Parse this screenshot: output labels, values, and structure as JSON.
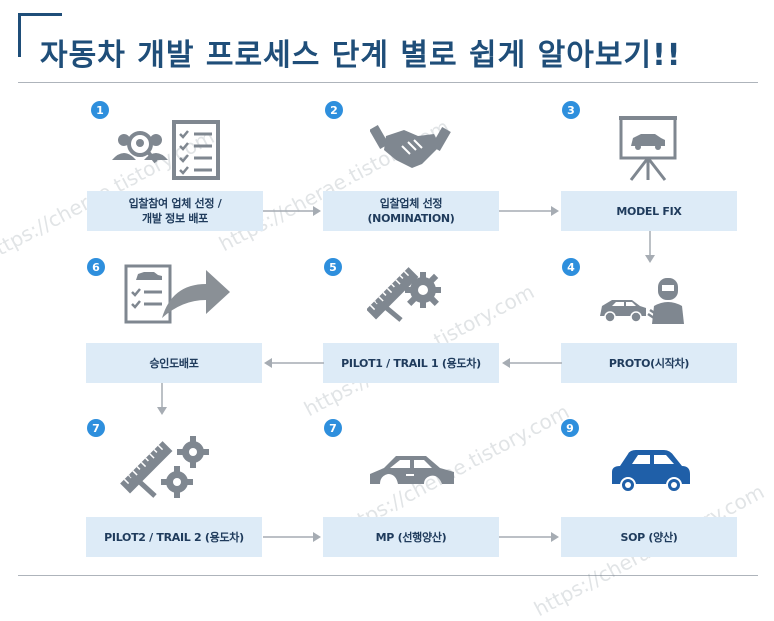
{
  "title": "자동차 개발 프로세스 단계 별로 쉽게 알아보기!!",
  "watermark": "https://cherae.tistory.com",
  "colors": {
    "title": "#1f4e79",
    "box_fill": "#ddebf7",
    "badge": "#2e8fdd",
    "icon": "#7f8790",
    "car_blue": "#1f5fa8"
  },
  "steps": [
    {
      "badge": "1",
      "label": "입찰참여 업체 선정 /\n개발 정보 배포",
      "icon": "search-people-checklist-icon"
    },
    {
      "badge": "2",
      "label": "입찰업체 선정\n(NOMINATION)",
      "icon": "handshake-icon"
    },
    {
      "badge": "3",
      "label": "MODEL FIX",
      "icon": "presentation-board-car-icon"
    },
    {
      "badge": "4",
      "label": "PROTO(시작차)",
      "icon": "mechanic-car-icon"
    },
    {
      "badge": "5",
      "label": "PILOT1 / TRAIL 1 (용도차)",
      "icon": "ruler-gear-icon"
    },
    {
      "badge": "6",
      "label": "승인도배포",
      "icon": "document-forward-arrow-icon"
    },
    {
      "badge": "7",
      "label": "PILOT2 / TRAIL 2 (용도차)",
      "icon": "ruler-gears-icon"
    },
    {
      "badge": "7",
      "label": "MP (선행양산)",
      "icon": "car-body-icon"
    },
    {
      "badge": "9",
      "label": "SOP (양산)",
      "icon": "blue-car-icon"
    }
  ]
}
